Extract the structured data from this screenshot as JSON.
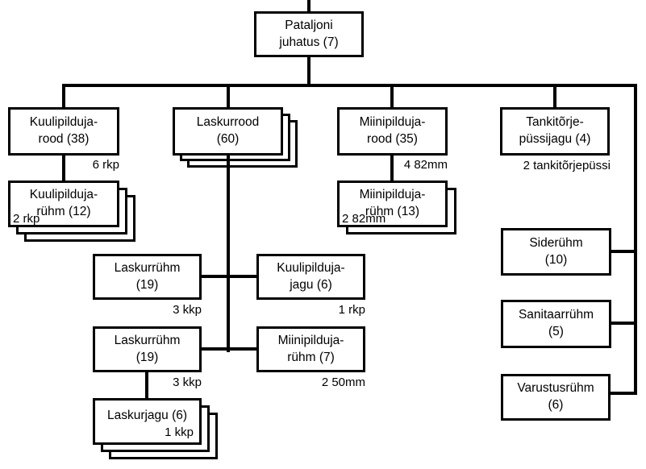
{
  "diagram": {
    "background": "#ffffff",
    "line_color": "#000000",
    "nodes": {
      "pataljoni_juhatus": {
        "label": "Pataljoni\njuhatus (7)"
      },
      "kuulipilduja_rood": {
        "label": "Kuulipilduja-\nrood (38)",
        "annotation": "6 rkp"
      },
      "kuulipilduja_ruhm": {
        "label": "Kuulipilduja-\nrühm (12)",
        "annotation": "2 rkp"
      },
      "laskurrood": {
        "label": "Laskurrood\n(60)"
      },
      "miinipilduja_rood": {
        "label": "Miinipilduja-\nrood (35)",
        "annotation": "4 82mm"
      },
      "miinipilduja_ruhm_13": {
        "label": "Miinipilduja-\nrühm (13)",
        "annotation": "2 82mm"
      },
      "tankitorje_pussijagu": {
        "label": "Tankitõrje-\npüssijagu (4)",
        "annotation": "2 tankitõrjepüssi"
      },
      "laskurruhm_1": {
        "label": "Laskurrühm\n(19)",
        "annotation": "3 kkp"
      },
      "kuulipilduja_jagu": {
        "label": "Kuulipilduja-\njagu (6)",
        "annotation": "1 rkp"
      },
      "laskurruhm_2": {
        "label": "Laskurrühm\n(19)",
        "annotation": "3 kkp"
      },
      "miinipilduja_ruhm_7": {
        "label": "Miinipilduja-\nrühm (7)",
        "annotation": "2 50mm"
      },
      "laskurjagu": {
        "label": "Laskurjagu (6)",
        "annotation": "1 kkp"
      },
      "sideruhm": {
        "label": "Siderühm\n(10)"
      },
      "sanitaarruhm": {
        "label": "Sanitaarrühm\n(5)"
      },
      "varustusruhm": {
        "label": "Varustusrühm\n(6)"
      }
    }
  }
}
